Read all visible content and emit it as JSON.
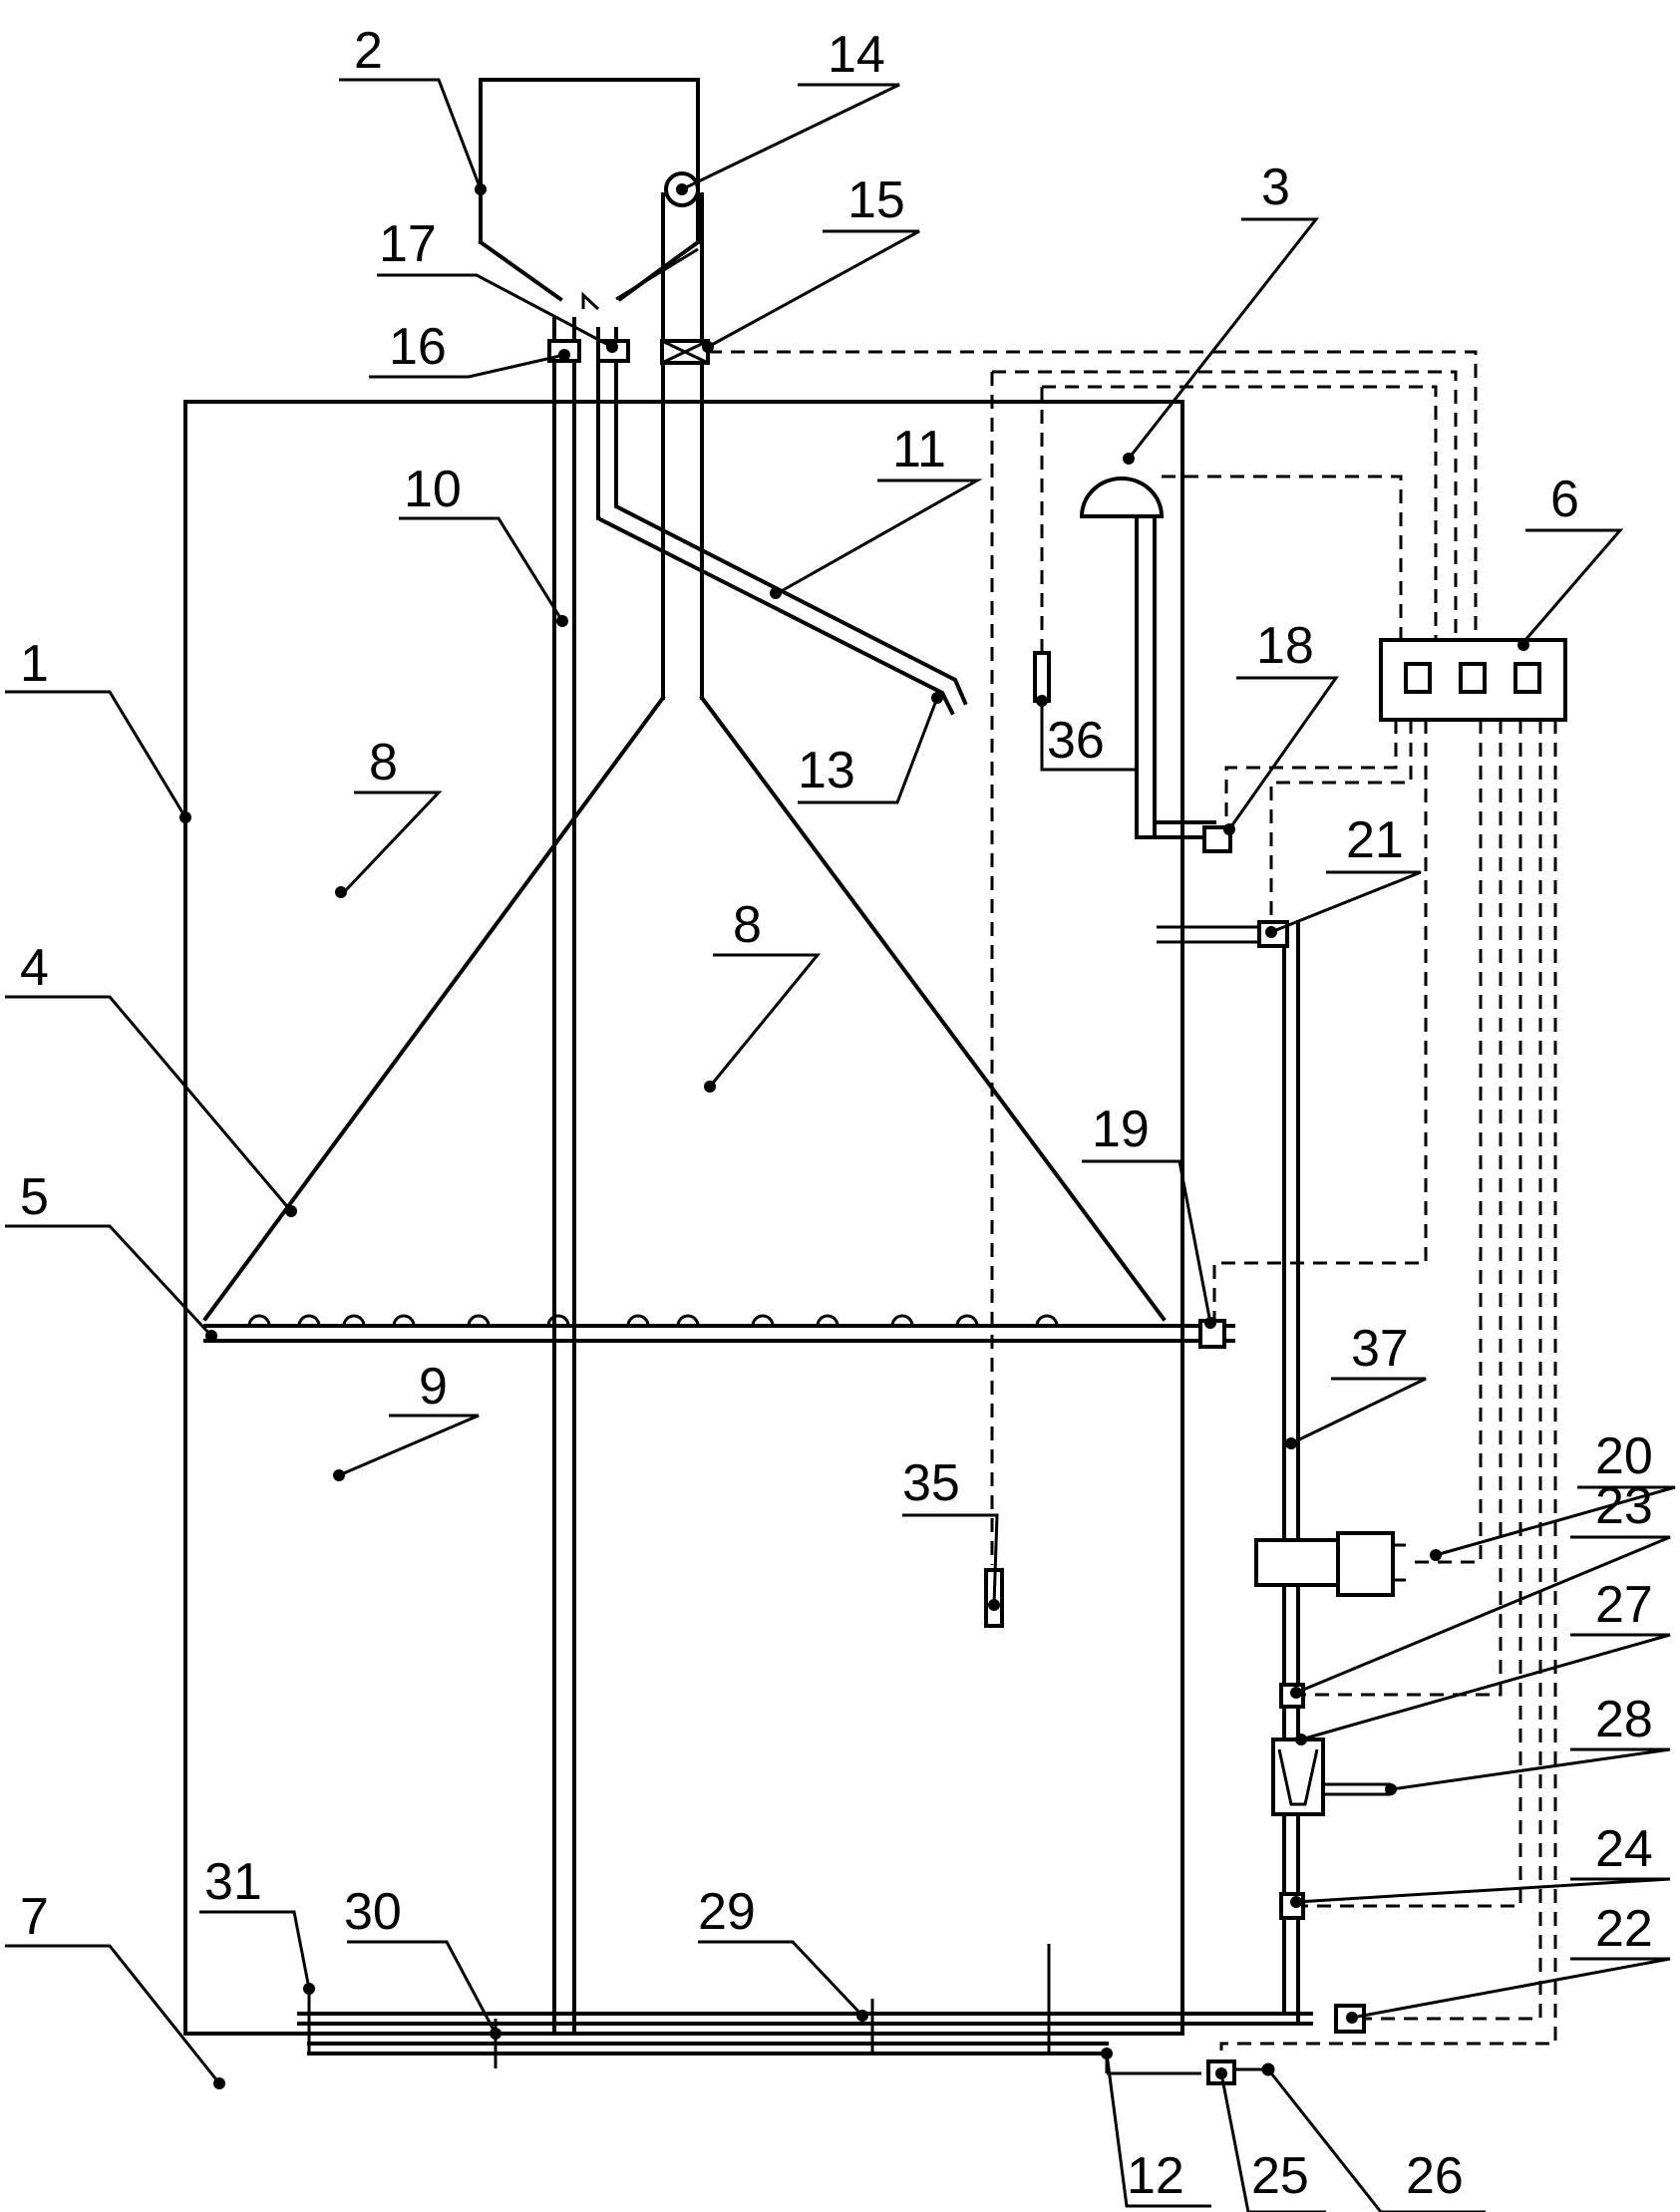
{
  "labels": [
    "1",
    "2",
    "3",
    "4",
    "5",
    "6",
    "7",
    "8",
    "8",
    "9",
    "10",
    "11",
    "12",
    "13",
    "14",
    "15",
    "16",
    "17",
    "18",
    "19",
    "20",
    "21",
    "22",
    "23",
    "24",
    "25",
    "26",
    "27",
    "28",
    "29",
    "30",
    "31",
    "35",
    "36",
    "37"
  ]
}
